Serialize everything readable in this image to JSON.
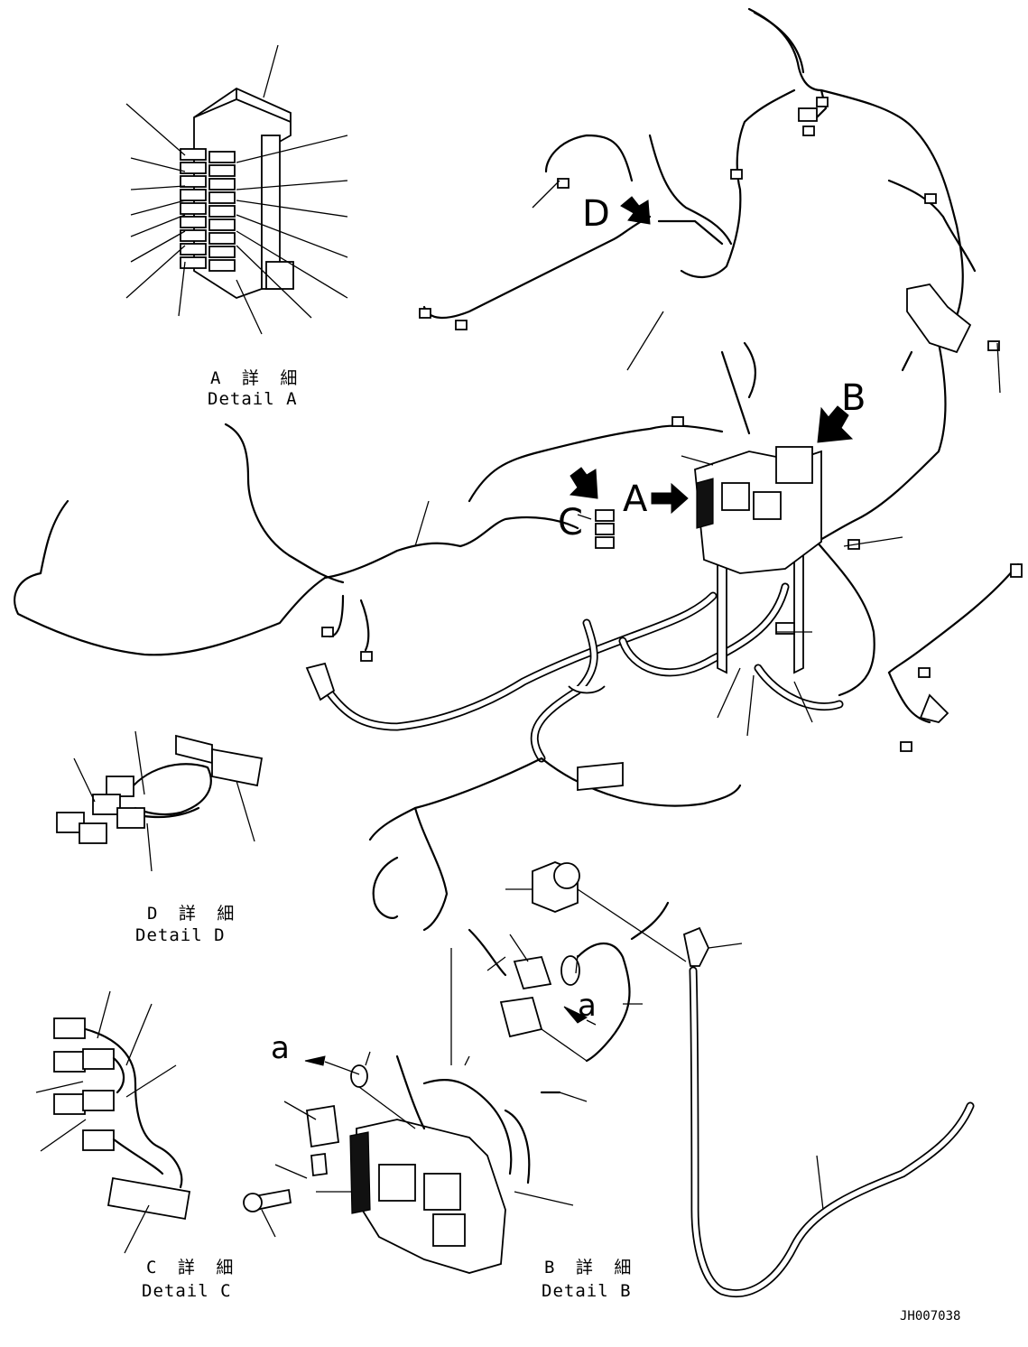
{
  "callouts": {
    "A": "A",
    "B": "B",
    "C": "C",
    "D": "D",
    "a_upper": "a",
    "a_lower": "a"
  },
  "details": {
    "A": {
      "jp": "A 詳 細",
      "en": "Detail A"
    },
    "B": {
      "jp": "B 詳 細",
      "en": "Detail B"
    },
    "C": {
      "jp": "C 詳 細",
      "en": "Detail C"
    },
    "D": {
      "jp": "D 詳 細",
      "en": "Detail D"
    }
  },
  "drawing_number": "JH007038",
  "colors": {
    "line": "#000000",
    "background": "#ffffff"
  }
}
